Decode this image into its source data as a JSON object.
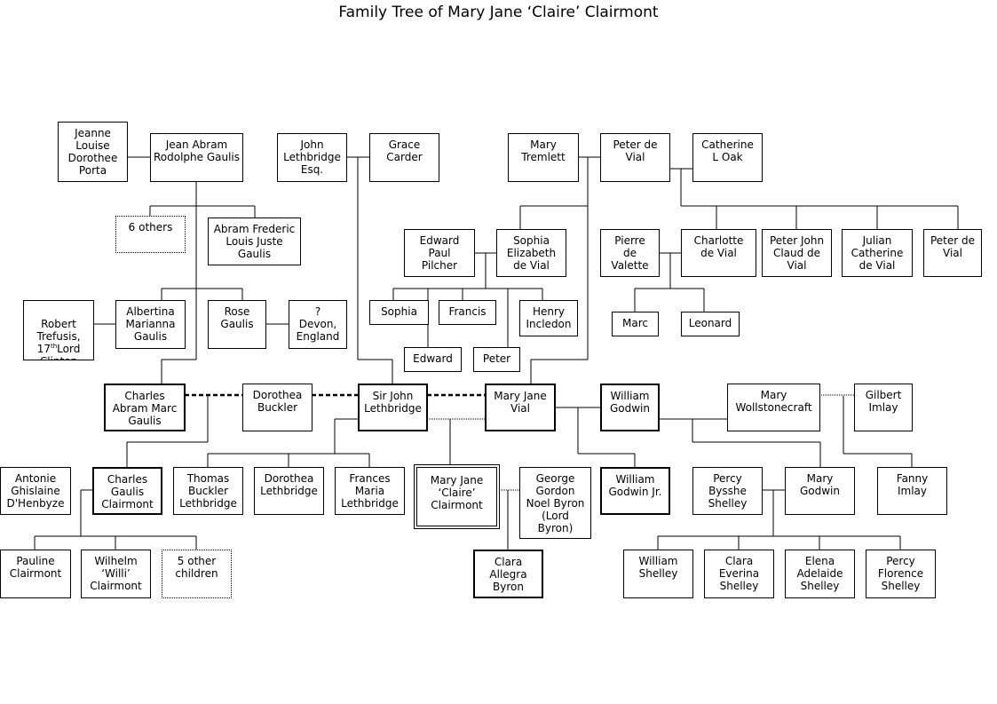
{
  "title": "Family Tree of Mary Jane ‘Claire’ Clairmont",
  "people": {
    "jeanne_porta": "Jeanne\nLouise\nDorothee\nPorta",
    "jean_gaulis": "Jean Abram\nRodolphe Gaulis",
    "john_lethbridge": "John\nLethbridge\nEsq.",
    "grace_carder": "Grace\nCarder",
    "mary_tremlett": "Mary\nTremlett",
    "peter_de_vial_sr": "Peter de\nVial",
    "catherine_oak": "Catherine\nL Oak",
    "six_others": "6 others",
    "abram_frederic": "Abram Frederic\nLouis Juste\nGaulis",
    "edward_pilcher": "Edward\nPaul\nPilcher",
    "sophia_elizabeth": "Sophia\nElizabeth\nde Vial",
    "pierre_valette": "Pierre\nde\nValette",
    "charlotte_vial": "Charlotte\nde Vial",
    "peter_john": "Peter John\nClaud de\nVial",
    "julian_catherine": "Julian\nCatherine\nde Vial",
    "peter_de_vial_jr": "Peter de\nVial",
    "robert_trefusis_a": "Robert\nTrefusis,\n17",
    "robert_trefusis_sup": "th",
    "robert_trefusis_b": "Lord\nClinton",
    "albertina": "Albertina\nMarianna\nGaulis",
    "rose_gaulis": "Rose\nGaulis",
    "devon": "?\nDevon,\nEngland",
    "sophia": "Sophia",
    "francis": "Francis",
    "henry_incledon": "Henry\nIncledon",
    "edward": "Edward",
    "peter": "Peter",
    "marc": "Marc",
    "leonard": "Leonard",
    "charles_abram": "Charles\nAbram Marc\nGaulis",
    "dorothea_buckler": "Dorothea\nBuckler",
    "sir_john": "Sir John\nLethbridge",
    "mary_jane_vial": "Mary Jane\nVial",
    "william_godwin": "William\nGodwin",
    "mary_wollstonecraft": "Mary\nWollstonecraft",
    "gilbert_imlay": "Gilbert\nImlay",
    "antonie": "Antonie\nGhislaine\nD'Henbyze",
    "charles_clairmont": "Charles\nGaulis\nClairmont",
    "thomas_buckler": "Thomas\nBuckler\nLethbridge",
    "dorothea_lethbridge": "Dorothea\nLethbridge",
    "frances_maria": "Frances\nMaria\nLethbridge",
    "claire": "Mary Jane\n‘Claire’\nClairmont",
    "lord_byron": "George\nGordon\nNoel Byron\n(Lord\nByron)",
    "william_godwin_jr": "William\nGodwin Jr.",
    "percy_shelley": "Percy\nBysshe\nShelley",
    "mary_godwin": "Mary\nGodwin",
    "fanny_imlay": "Fanny\nImlay",
    "pauline": "Pauline\nClairmont",
    "wilhelm": "Wilhelm\n‘Willi’\nClairmont",
    "five_others": "5 other\nchildren",
    "clara_allegra": "Clara\nAllegra\nByron",
    "william_shelley": "William\nShelley",
    "clara_everina": "Clara\nEverina\nShelley",
    "elena_adelaide": "Elena\nAdelaide\nShelley",
    "percy_florence": "Percy\nFlorence\nShelley"
  }
}
